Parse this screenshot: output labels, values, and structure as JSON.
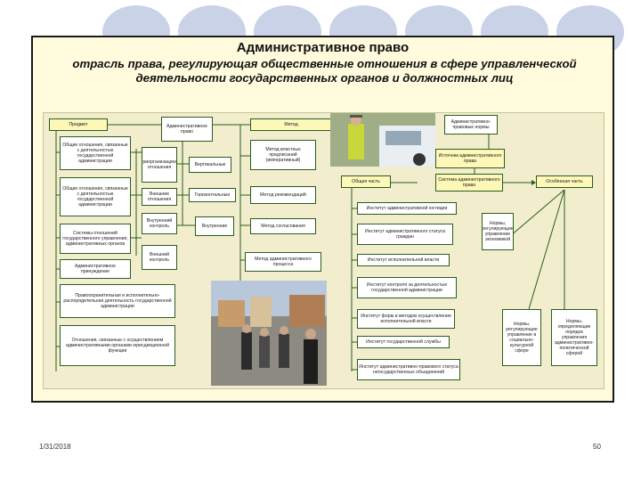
{
  "slide": {
    "title": "Административное право",
    "subtitle": "отрасль права, регулирующая общественные отношения в сфере управленческой деятельности государственных органов и должностных лиц",
    "date": "1/31/2018",
    "page": "50"
  },
  "diagram": {
    "boxes": {
      "subject": "Предмет",
      "admin_law": "Административное право",
      "method": "Метод",
      "system": "Административно-правовые нормы",
      "rel1": "Общие отношения, связанные с деятельностью государственной администрации",
      "rel2": "Общие отношения, связанные с деятельностью государственной администрации",
      "rel3": "Системы отношений государственного управления, административных органов",
      "rel4": "Административное принуждение",
      "rel5": "Правоохранительная и исполнительно-распорядительная деятельность государственной администрации",
      "rel6": "Отношения, связанные с осуществлением административными органами юрисдикционной функции",
      "vnutriorg": "Внутриорганизационные отношения",
      "vertical": "Вертикальные",
      "vneshnie": "Внешние отношения",
      "horizontal": "Горизонтальные",
      "vnutr_control": "Внутренний контроль",
      "vnutri": "Внутренние",
      "vnesh_control": "Внешний контроль",
      "method_power": "Метод властных предписаний (императивный)",
      "method_rec": "Метод рекомендаций",
      "method_contract": "Метод согласования",
      "method_process": "Метод административного процесса",
      "sources": "Источник административного права",
      "general": "Общая часть",
      "system_admin": "Система административного права",
      "special": "Особенная часть",
      "inst1": "Институт административной юстиции",
      "inst2": "Институт административного статуса граждан",
      "inst3": "Институт исполнительной власти",
      "inst4": "Институт контроля за деятельностью государственной администрации",
      "inst5": "Институт форм и методов осуществления исполнительной власти",
      "inst6": "Институт государственной службы",
      "inst7": "Институт административно-правового статуса негосударственных объединений",
      "forms": "Нормы, регулирующие управление экономикой",
      "norms1": "Нормы, регулирующие управление в социально-культурной сфере",
      "norms2": "Нормы, определяющие порядок управления административно-политической сферой"
    }
  },
  "colors": {
    "frame_bg": "#fffbdc",
    "diagram_bg": "#f2eecd",
    "box_border": "#2a5c1e",
    "box_highlight": "#fdf7b8",
    "deco_circles": "#c9d2e6"
  }
}
